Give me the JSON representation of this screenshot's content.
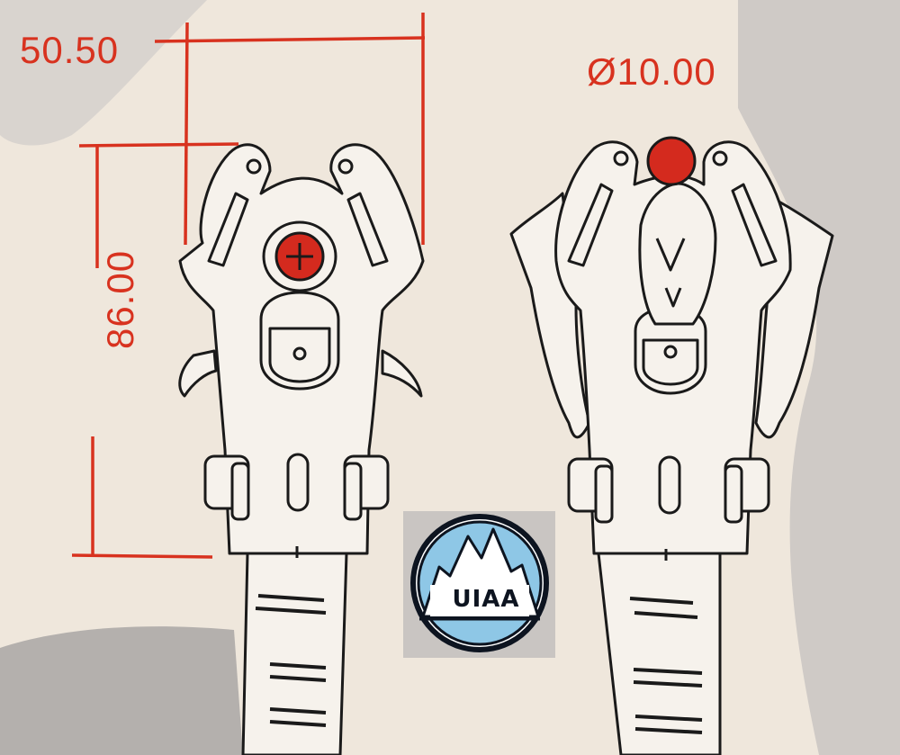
{
  "dimensions": {
    "width": "50.50",
    "height": "86.00",
    "rope_diameter": "Ø10.00"
  },
  "logo": {
    "text": "UIAA"
  },
  "colors": {
    "dimension_red": "#d8321f",
    "line_black": "#1a1a1a",
    "paper": "#efe7dc",
    "logo_blue": "#8ec7e6"
  }
}
